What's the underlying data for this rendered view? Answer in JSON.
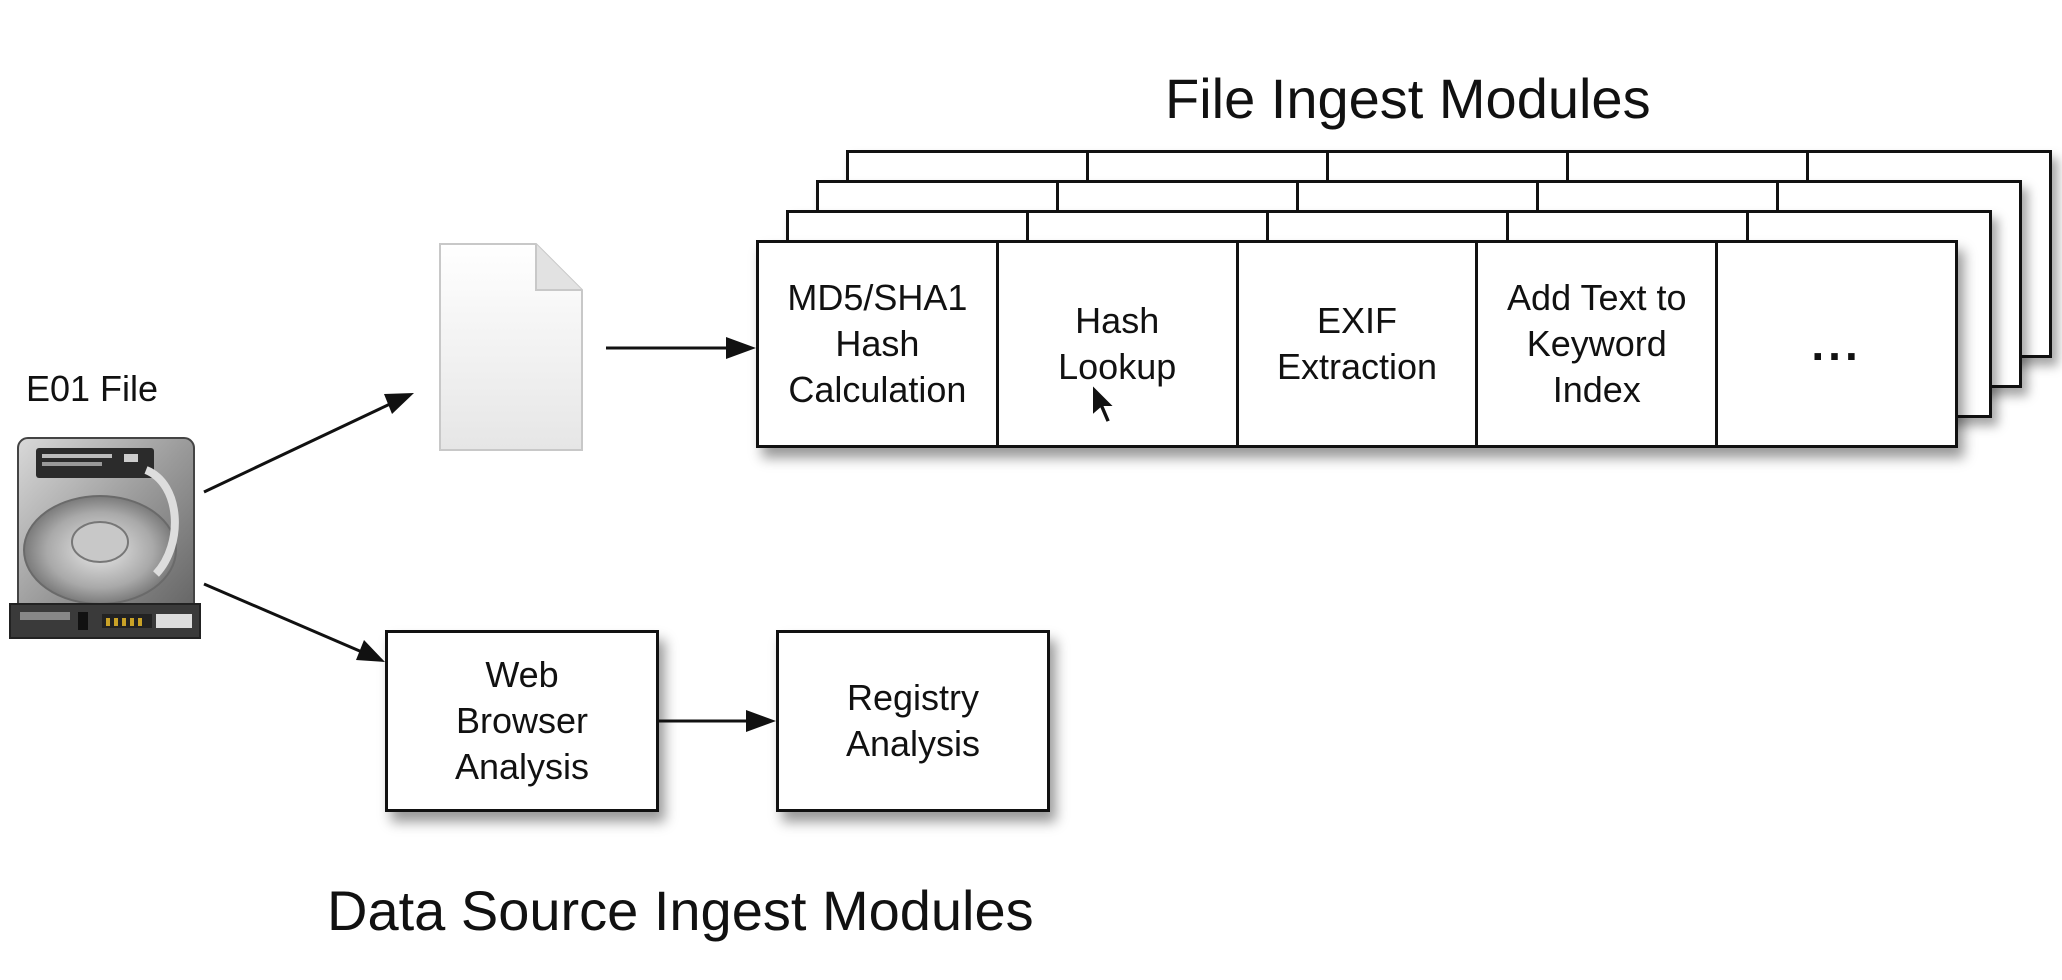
{
  "titles": {
    "file_ingest": "File Ingest Modules",
    "data_source_ingest": "Data Source Ingest Modules"
  },
  "source": {
    "label": "E01 File",
    "icon": "hard-drive-icon"
  },
  "file_item": {
    "icon": "document-icon"
  },
  "file_ingest_modules": [
    {
      "label": "MD5/SHA1\nHash\nCalculation"
    },
    {
      "label": "Hash\nLookup"
    },
    {
      "label": "EXIF\nExtraction"
    },
    {
      "label": "Add Text to\nKeyword\nIndex"
    },
    {
      "label": "..."
    }
  ],
  "data_source_modules": [
    {
      "label": "Web\nBrowser\nAnalysis"
    },
    {
      "label": "Registry\nAnalysis"
    }
  ],
  "colors": {
    "stroke": "#111111",
    "background": "#ffffff"
  }
}
